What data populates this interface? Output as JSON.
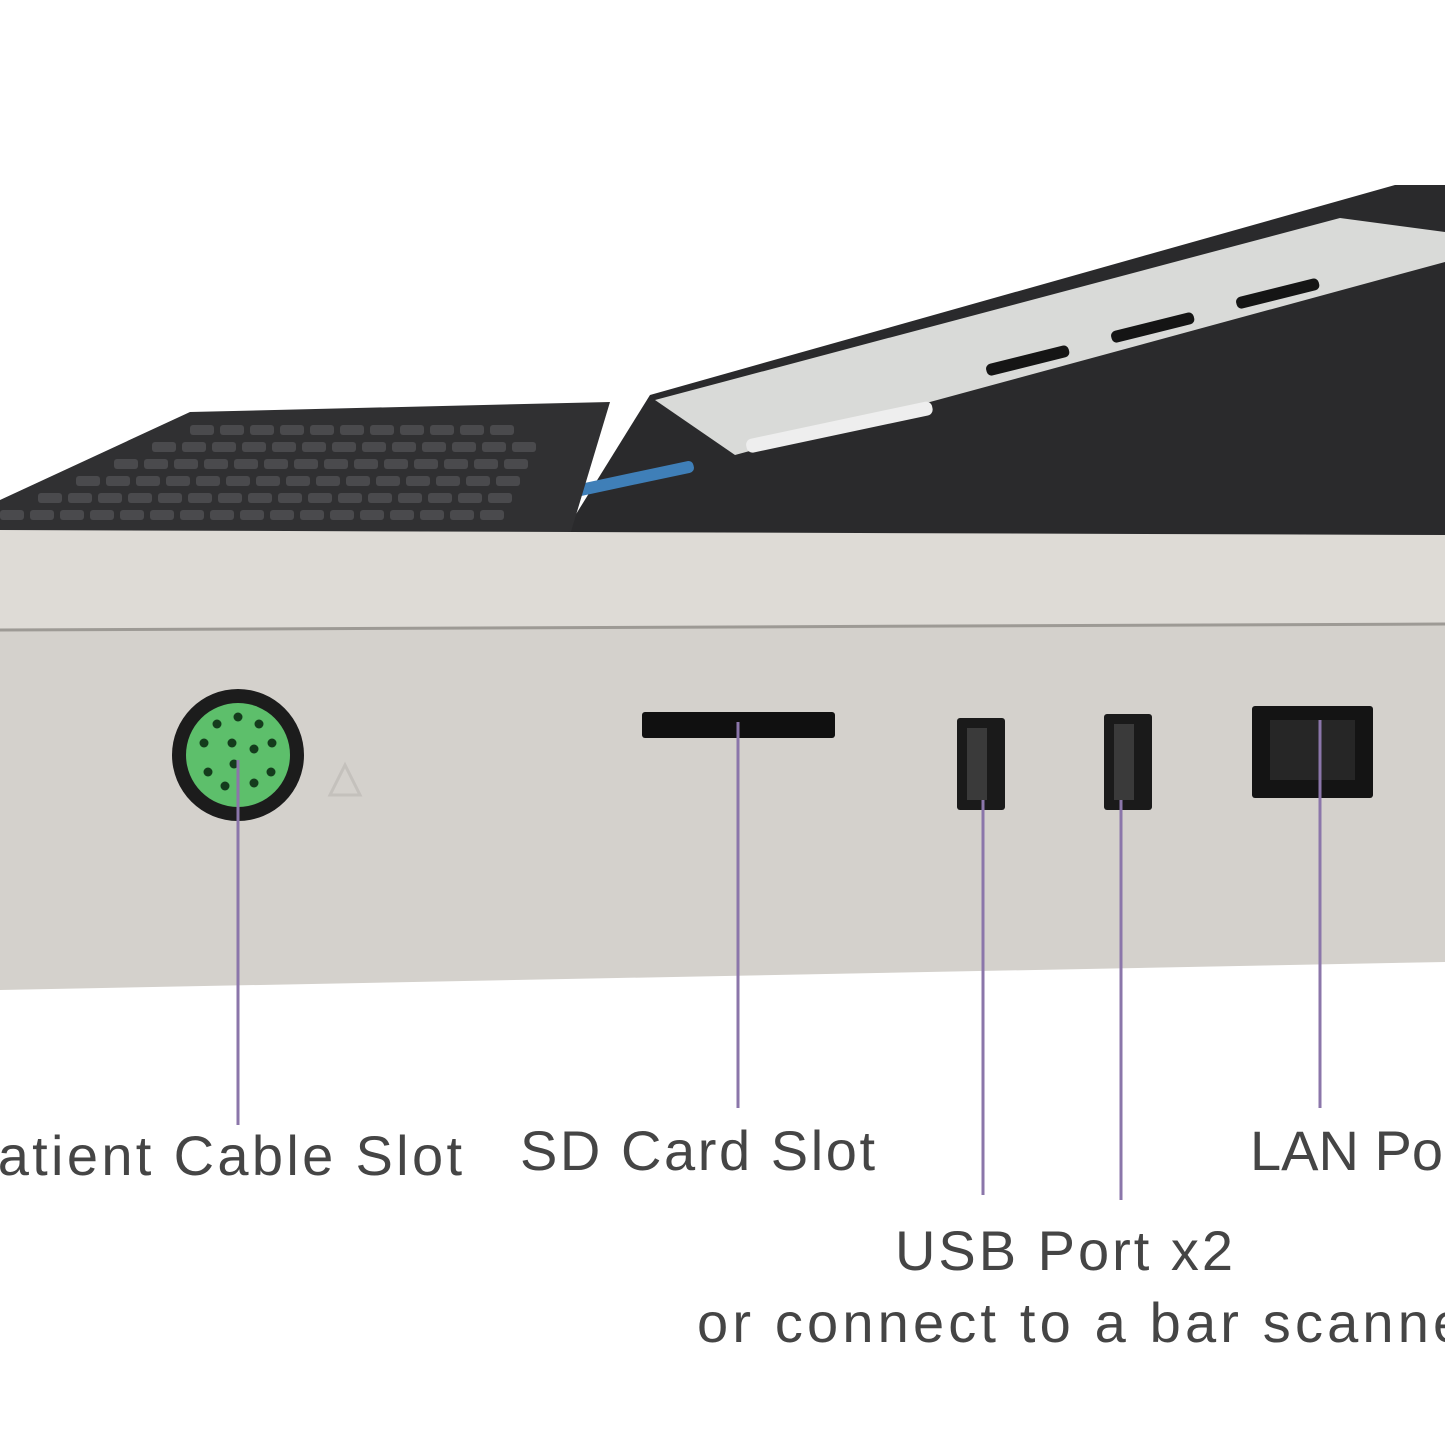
{
  "labels": {
    "patient_cable": "Patient Cable Slot",
    "sd_card": "SD Card Slot",
    "usb": "USB Port x2",
    "usb_note": "or connect to a bar scanner",
    "lan": "LAN Port"
  },
  "colors": {
    "leader_line": "#8b76aa",
    "connector_green": "#5dbf6b",
    "body": "#d5d2cd",
    "housing": "#2b2b2d",
    "text": "#454545"
  }
}
